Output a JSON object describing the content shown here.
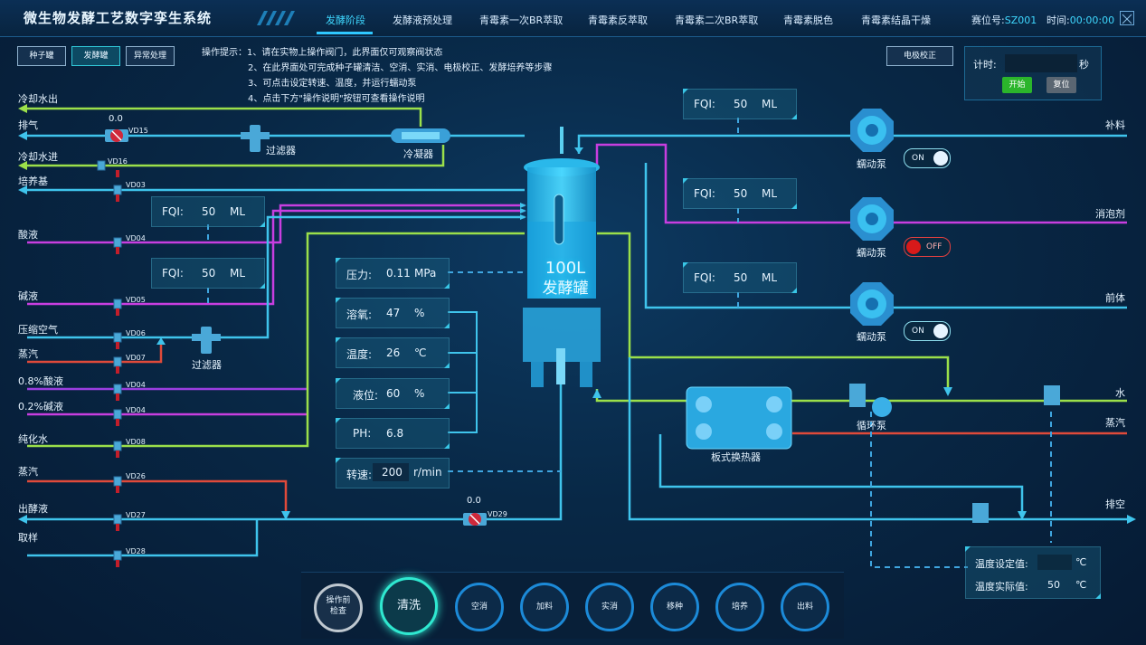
{
  "header": {
    "title": "微生物发酵工艺数字孪生系统",
    "nav": [
      "发酵阶段",
      "发酵液预处理",
      "青霉素一次BR萃取",
      "青霉素反萃取",
      "青霉素二次BR萃取",
      "青霉素脱色",
      "青霉素结晶干燥"
    ],
    "seat_label": "赛位号:",
    "seat_value": "SZ001",
    "time_label": "时间:",
    "time_value": "00:00:00"
  },
  "tabs": {
    "seed": "种子罐",
    "ferment": "发酵罐",
    "abnormal": "异常处理"
  },
  "hint": {
    "label": "操作提示：",
    "lines": [
      "1、请在实物上操作阀门，此界面仅可观察阀状态",
      "2、在此界面处可完成种子罐清洁、空消、实消、电极校正、发酵培养等步骤",
      "3、可点击设定转速、温度，并运行蠕动泵",
      "4、点击下方\"操作说明\"按钮可查看操作说明"
    ]
  },
  "calibrate": "电极校正",
  "timer": {
    "label": "计时:",
    "unit": "秒",
    "start": "开始",
    "reset": "复位"
  },
  "left_lines": {
    "cool_out": "冷却水出",
    "exhaust": "排气",
    "cool_in": "冷却水进",
    "medium": "培养基",
    "acid": "酸液",
    "base": "碱液",
    "air": "压缩空气",
    "steam1": "蒸汽",
    "acid08": "0.8%酸液",
    "base02": "0.2%碱液",
    "pure": "纯化水",
    "steam2": "蒸汽",
    "out": "出酵液",
    "sample": "取样"
  },
  "valves": {
    "vd15": "VD15",
    "vd15_val": "0.0",
    "vd16": "VD16",
    "vd03": "VD03",
    "vd04a": "VD04",
    "vd05": "VD05",
    "vd06": "VD06",
    "vd07": "VD07",
    "vd04b": "VD04",
    "vd04c": "VD04",
    "vd08": "VD08",
    "vd26": "VD26",
    "vd27": "VD27",
    "vd28": "VD28",
    "vd29": "VD29",
    "vd29_val": "0.0"
  },
  "equip": {
    "filter1": "过滤器",
    "filter2": "过滤器",
    "condenser": "冷凝器",
    "hx": "板式换热器",
    "circ_pump": "循环泵"
  },
  "fqi": {
    "label": "FQI:",
    "unit": "ML",
    "left1": "50",
    "left2": "50",
    "r1": "50",
    "r2": "50",
    "r3": "50"
  },
  "params": {
    "pressure": {
      "label": "压力:",
      "value": "0.11",
      "unit": "MPa"
    },
    "do": {
      "label": "溶氧:",
      "value": "47",
      "unit": "%"
    },
    "temp": {
      "label": "温度:",
      "value": "26",
      "unit": "℃"
    },
    "level": {
      "label": "液位:",
      "value": "60",
      "unit": "%"
    },
    "ph": {
      "label": "PH:",
      "value": "6.8"
    },
    "speed": {
      "label": "转速:",
      "value": "200",
      "unit": "r/min"
    }
  },
  "vessel": {
    "volume": "100L",
    "name": "发酵罐"
  },
  "pumps": {
    "label": "蠕动泵",
    "p1_state": "ON",
    "p2_state": "OFF",
    "p3_state": "ON"
  },
  "right_lines": {
    "feed": "补料",
    "antifoam": "消泡剂",
    "precursor": "前体",
    "water": "水",
    "steam": "蒸汽",
    "vent": "排空"
  },
  "temp_panel": {
    "set_label": "温度设定值:",
    "set_unit": "℃",
    "act_label": "温度实际值:",
    "act_value": "50",
    "act_unit": "℃"
  },
  "steps": [
    "操作前检查",
    "清洗",
    "空消",
    "加料",
    "实消",
    "移种",
    "培养",
    "出料"
  ],
  "colors": {
    "cyan": "#3fc4ec",
    "green": "#9be04a",
    "magenta": "#c83ee0",
    "red": "#e04a3a",
    "blue": "#3a8fe0",
    "accent": "#3fd8ff"
  }
}
